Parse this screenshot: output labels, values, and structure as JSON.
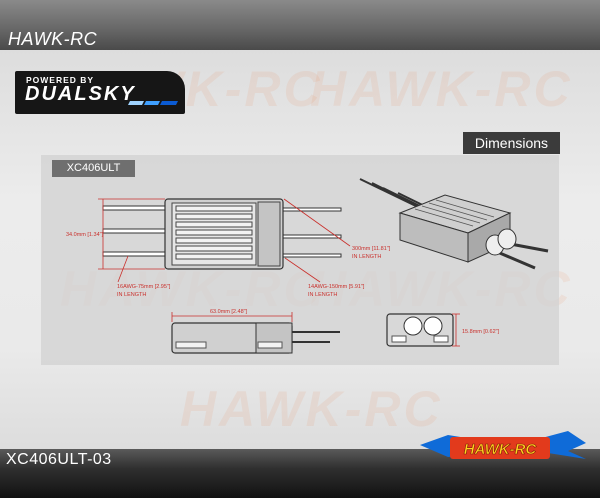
{
  "header": {
    "brand": "HAWK-RC"
  },
  "badge": {
    "powered_by": "POWERED BY",
    "brand": "DUALSKY"
  },
  "section": {
    "title": "Dimensions"
  },
  "product": {
    "model_label": "XC406ULT"
  },
  "annotations": {
    "height": "34.0mm [1.34\"]",
    "motor_wire_len": "300mm [11.81\"]",
    "motor_wire_sub": "IN LENGTH",
    "signal_wire_len": "16AWG-75mm [2.95\"]",
    "signal_wire_sub": "IN LENGTH",
    "power_wire_len": "14AWG-150mm [5.91\"]",
    "power_wire_sub": "IN LENGTH",
    "length": "63.0mm [2.48\"]",
    "thickness": "15.8mm [0.62\"]"
  },
  "footer": {
    "code": "XC406ULT-03",
    "logo_text": "HAWK-RC"
  },
  "watermark": {
    "text": "HAWK-RC"
  },
  "colors": {
    "accent_red": "#c9302c",
    "dualsky_blues": [
      "#9fd3ff",
      "#3fa0ff",
      "#0b5bd3"
    ]
  }
}
